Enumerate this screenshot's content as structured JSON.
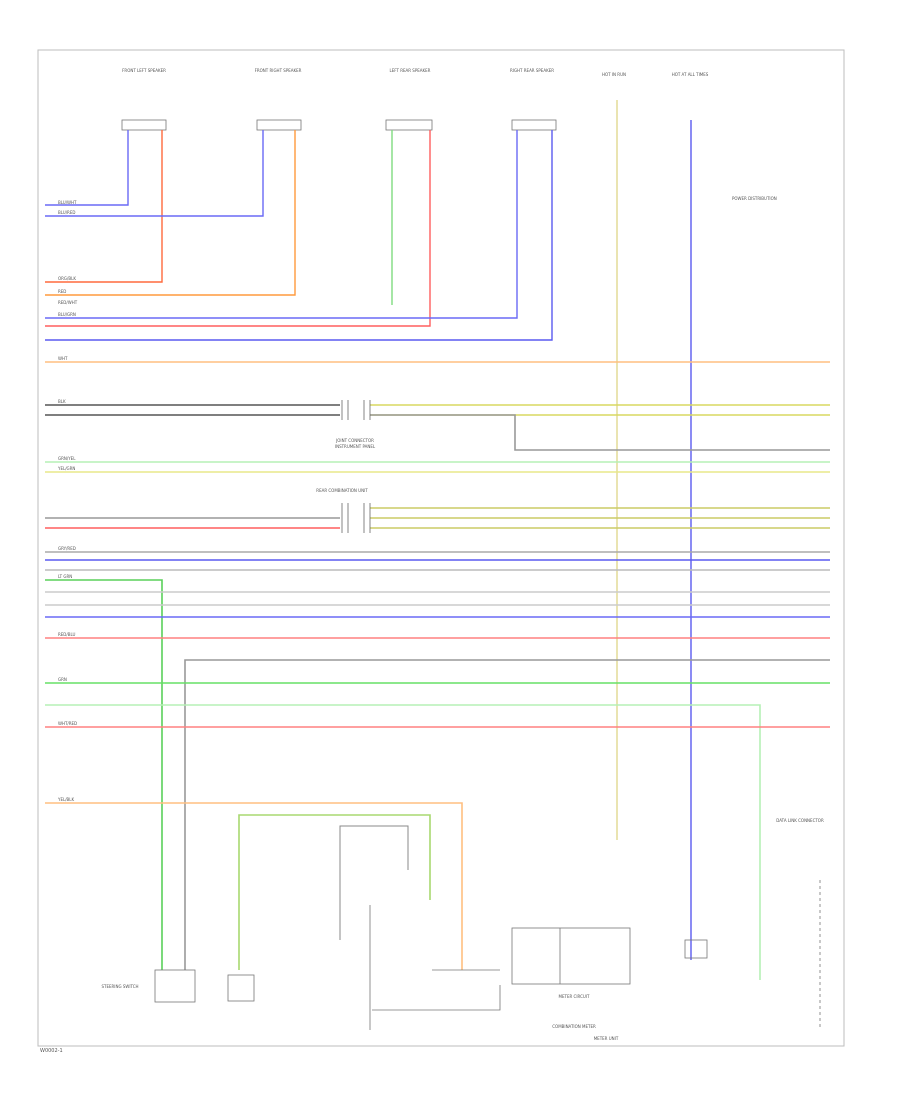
{
  "diagram": {
    "footer_code": "W0002-1",
    "component_labels": {
      "front_left_speaker": "FRONT LEFT SPEAKER",
      "front_right_speaker": "FRONT RIGHT SPEAKER",
      "rear_left_speaker": "LEFT REAR SPEAKER",
      "rear_right_speaker": "RIGHT REAR SPEAKER",
      "hot_in_run": "HOT IN RUN",
      "hot_at_all_times": "HOT AT ALL TIMES",
      "power_distribution": "POWER DISTRIBUTION",
      "joint_connector": "JOINT CONNECTOR",
      "instrument_panel": "INSTRUMENT PANEL",
      "rear_combination_unit": "REAR COMBINATION UNIT",
      "steering_switch": "STEERING SWITCH",
      "meter_circuit": "METER CIRCUIT",
      "combination_meter": "COMBINATION METER",
      "meter_unit": "METER UNIT",
      "data_link": "DATA LINK CONNECTOR"
    },
    "wire_labels": {
      "blu_wht": "BLU/WHT",
      "blu_red": "BLU/RED",
      "org_blk": "ORG/BLK",
      "red": "RED",
      "red_wht": "RED/WHT",
      "blu_grn": "BLU/GRN",
      "wht": "WHT",
      "blk": "BLK",
      "grn_yel": "GRN/YEL",
      "yel_grn": "YEL/GRN",
      "grn": "GRN",
      "gry_red": "GRY/RED",
      "lt_grn": "LT GRN",
      "red_blu": "RED/BLU",
      "wht_red": "WHT/RED",
      "yel_blk": "YEL/BLK"
    }
  }
}
